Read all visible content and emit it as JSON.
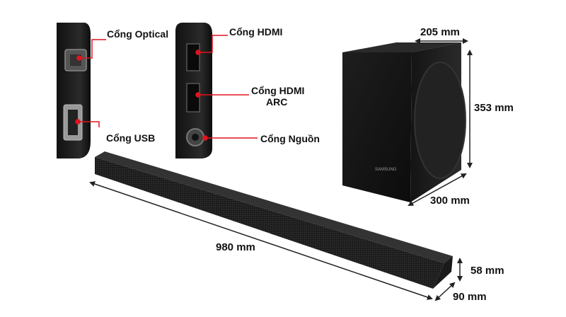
{
  "ports": {
    "optical": "Cổng Optical",
    "usb": "Cổng USB",
    "hdmi": "Cổng HDMI",
    "hdmi_arc_line1": "Cổng HDMI",
    "hdmi_arc_line2": "ARC",
    "power": "Cổng Nguồn"
  },
  "dimensions": {
    "subwoofer_depth": "205 mm",
    "subwoofer_height": "353 mm",
    "subwoofer_width": "300 mm",
    "soundbar_width": "980 mm",
    "soundbar_height": "58 mm",
    "soundbar_depth": "90 mm"
  },
  "brand_text": "SAMSUNG",
  "colors": {
    "leader_red": "#e0141e",
    "device_black": "#1a1a1a",
    "arrow_dark": "#222222"
  }
}
